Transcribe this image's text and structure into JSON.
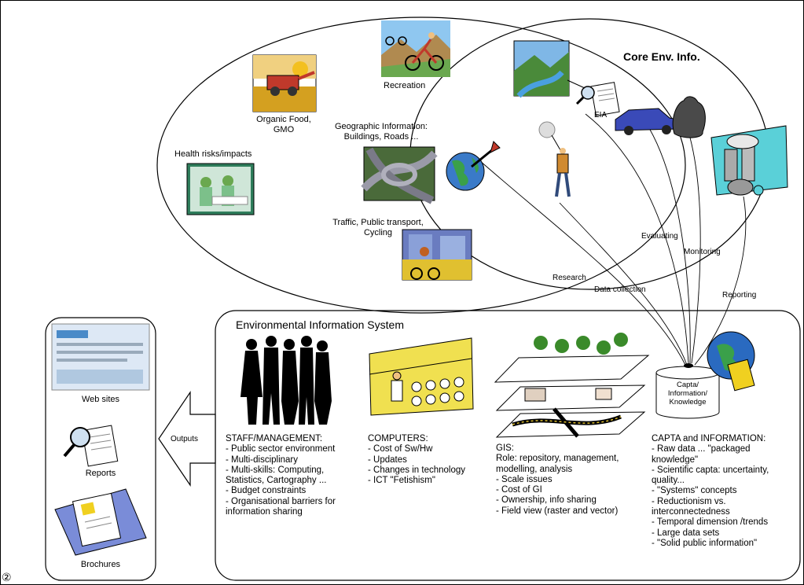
{
  "colors": {
    "line": "#000000",
    "sky": "#7fb7e6",
    "grass": "#5a9a3a",
    "earth": "#c8a050",
    "yellow": "#f0d020",
    "tree": "#3a8a2a",
    "car": "#3a4ab8",
    "road": "#6a6a7a"
  },
  "top": {
    "core_title": "Core Env. Info.",
    "eia": "EIA",
    "recreation": "Recreation",
    "organic_food": [
      "Organic Food,",
      "GMO"
    ],
    "geographic_info": [
      "Geographic Information:",
      "Buildings, Roads ..."
    ],
    "health": "Health risks/impacts",
    "traffic": [
      "Traffic, Public transport,",
      "Cycling"
    ]
  },
  "arrows": {
    "research": "Research",
    "data_collection": "Data collection",
    "evaluating": "Evaluating",
    "monitoring": "Monitoring",
    "reporting": "Reporting"
  },
  "eis": {
    "title": "Environmental Information System",
    "db_label": [
      "Capta/",
      "Information/",
      "Knowledge"
    ],
    "staff": [
      "STAFF/MANAGEMENT:",
      "- Public sector environment",
      "- Multi-disciplinary",
      "- Multi-skills: Computing,",
      "Statistics, Cartography ...",
      "- Budget constraints",
      "- Organisational barriers for",
      "information sharing"
    ],
    "computers": [
      "COMPUTERS:",
      "- Cost of Sw/Hw",
      "- Updates",
      "- Changes in technology",
      "- ICT \"Fetishism\""
    ],
    "gis": [
      "GIS:",
      "Role: repository, management,",
      "modelling, analysis",
      "- Scale issues",
      "- Cost of GI",
      "- Ownership, info sharing",
      "- Field view (raster and vector)"
    ],
    "capta": [
      "CAPTA and INFORMATION:",
      "- Raw data ... \"packaged",
      "knowledge\"",
      "- Scientific capta: uncertainty,",
      "quality...",
      "- \"Systems\" concepts",
      "- Reductionism vs.",
      "interconnectedness",
      "- Temporal dimension /trends",
      "- Large data sets",
      "- \"Solid public information\""
    ]
  },
  "outputs": {
    "arrow_label": "Outputs",
    "web_sites": "Web sites",
    "reports": "Reports",
    "brochures": "Brochures"
  },
  "corner_mark": "②"
}
